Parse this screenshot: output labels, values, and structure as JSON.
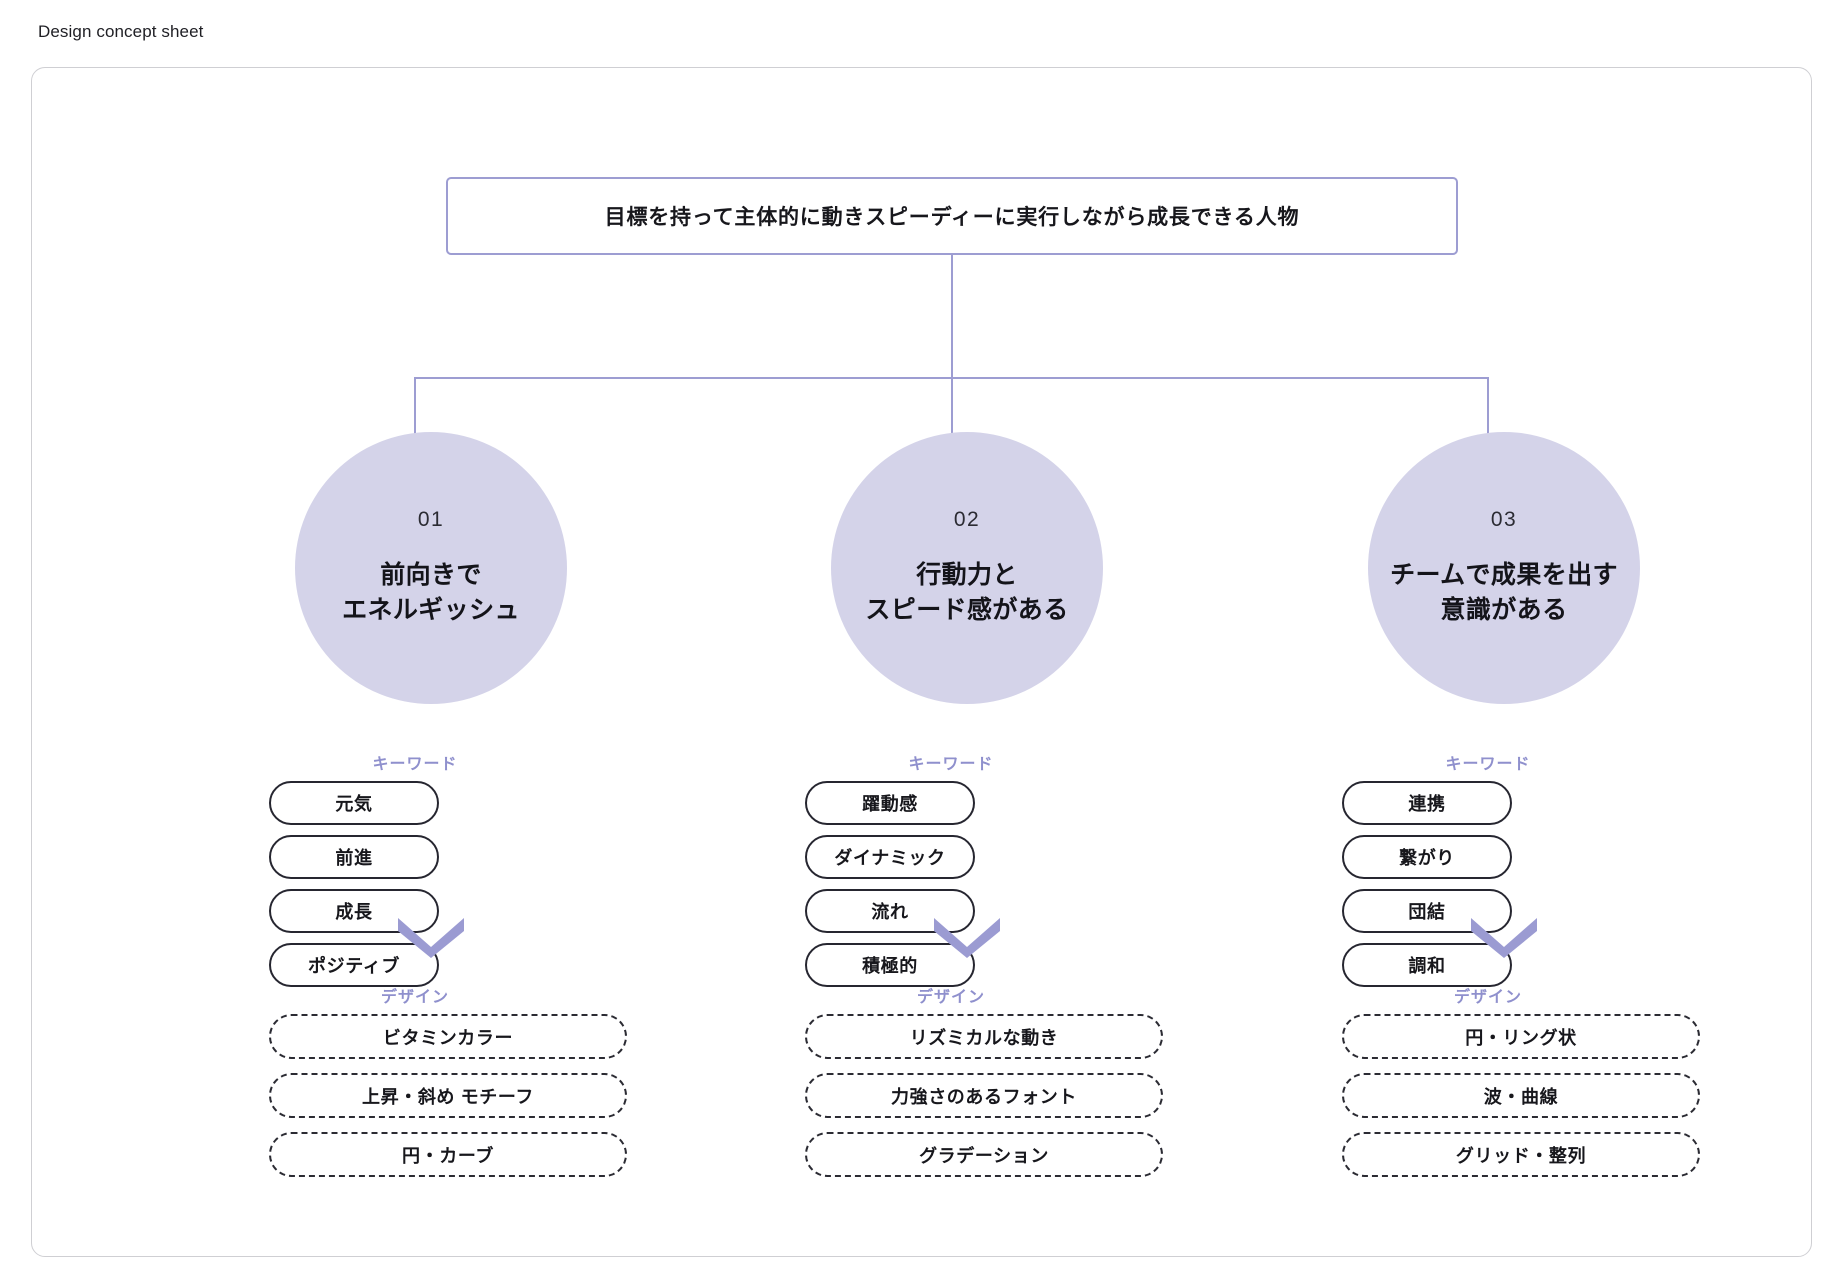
{
  "page": {
    "title": "Design concept sheet"
  },
  "colors": {
    "accent_purple": "#9d9dd2",
    "circle_fill": "#d4d3e9",
    "label_purple": "#8f90cd",
    "pill_border": "#262630",
    "card_border": "#cfcfd3",
    "text": "#17171c"
  },
  "diagram": {
    "root": {
      "text": "目標を持って主体的に動きスピーディーに実行しながら成長できる人物"
    },
    "section_labels": {
      "keyword": "キーワード",
      "design": "デザイン"
    },
    "columns": [
      {
        "number": "01",
        "title": "前向きで\nエネルギッシュ",
        "keyword_label": "キーワード",
        "keywords": [
          "元気",
          "前進",
          "成長",
          "ポジティブ"
        ],
        "arrow_icon": "chevron-down-icon",
        "design_label": "デザイン",
        "designs": [
          "ビタミンカラー",
          "上昇・斜め モチーフ",
          "円・カーブ"
        ]
      },
      {
        "number": "02",
        "title": "行動力と\nスピード感がある",
        "keyword_label": "キーワード",
        "keywords": [
          "躍動感",
          "ダイナミック",
          "流れ",
          "積極的"
        ],
        "arrow_icon": "chevron-down-icon",
        "design_label": "デザイン",
        "designs": [
          "リズミカルな動き",
          "力強さのあるフォント",
          "グラデーション"
        ]
      },
      {
        "number": "03",
        "title": "チームで成果を出す\n意識がある",
        "keyword_label": "キーワード",
        "keywords": [
          "連携",
          "繋がり",
          "団結",
          "調和"
        ],
        "arrow_icon": "chevron-down-icon",
        "design_label": "デザイン",
        "designs": [
          "円・リング状",
          "波・曲線",
          "グリッド・整列"
        ]
      }
    ]
  }
}
